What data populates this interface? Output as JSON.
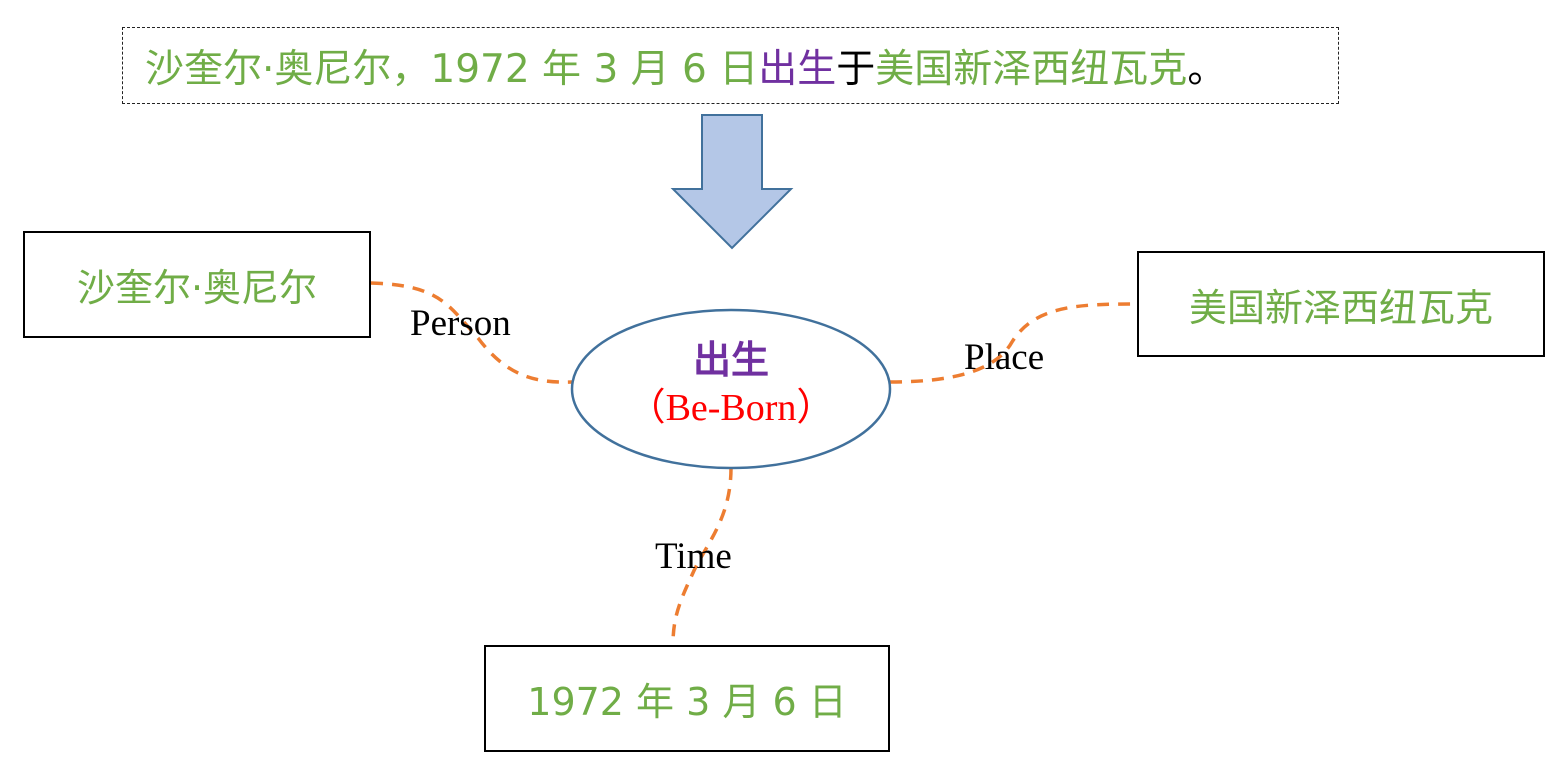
{
  "sentence": {
    "part1": "沙奎尔·奥尼尔，1972 年 3 月 6 日",
    "part2": "出生",
    "part3": "于",
    "part4": "美国新泽西纽瓦克",
    "part5": "。"
  },
  "event": {
    "trigger": "出生",
    "type": "（Be-Born）"
  },
  "arguments": {
    "person": {
      "role": "Person",
      "value": "沙奎尔·奥尼尔"
    },
    "place": {
      "role": "Place",
      "value": "美国新泽西纽瓦克"
    },
    "time": {
      "role": "Time",
      "value": "1972 年 3 月 6 日"
    }
  },
  "colors": {
    "argument_text": "#70ad47",
    "trigger_text": "#7030a0",
    "type_text": "#ff0000",
    "connector": "#ed7d31",
    "ellipse_stroke": "#41719c",
    "arrow_fill": "#b4c7e7",
    "arrow_stroke": "#41719c"
  },
  "icons": {
    "arrow": "down-arrow-icon"
  }
}
